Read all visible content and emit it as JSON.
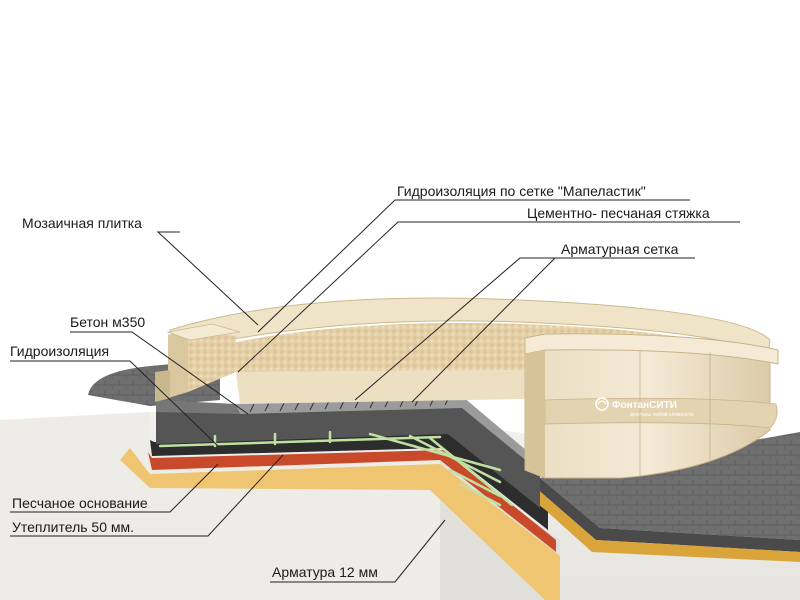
{
  "labels": {
    "hydro_mesh": "Гидроизоляция по сетке \"Мапеластик\"",
    "screed": "Цементно- песчаная стяжка",
    "mosaic": "Мозаичная плитка",
    "mesh": "Арматурная сетка",
    "concrete": "Бетон м350",
    "hydro": "Гидроизоляция",
    "sand": "Песчаное основание",
    "insulation": "Утеплитель 50 мм.",
    "rebar": "Арматура 12 мм"
  },
  "brand": {
    "name": "ФонтанСИТИ",
    "tagline": "фонтаны любой сложности"
  }
}
